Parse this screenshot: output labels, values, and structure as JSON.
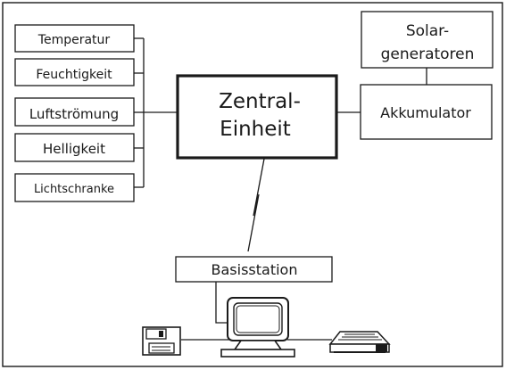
{
  "sensors": [
    {
      "label": "Temperatur"
    },
    {
      "label": "Feuchtigkeit"
    },
    {
      "label": "Luftströmung"
    },
    {
      "label": "Helligkeit"
    },
    {
      "label": "Lichtschranke"
    }
  ],
  "central_unit": {
    "line1": "Zentral-",
    "line2": "Einheit"
  },
  "solar": {
    "line1": "Solar-",
    "line2": "generatoren"
  },
  "accumulator": {
    "label": "Akkumulator"
  },
  "base_station": {
    "label": "Basisstation"
  },
  "devices": {
    "floppy": "floppy-disk-icon",
    "monitor": "computer-monitor-icon",
    "printer": "printer-icon"
  }
}
